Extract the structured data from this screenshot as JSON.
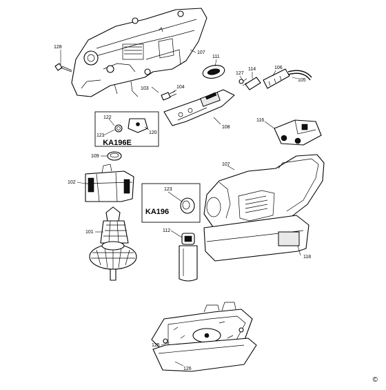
{
  "labels": {
    "p128": "128",
    "p107a": "107",
    "p111": "111",
    "p106": "106",
    "p114": "114",
    "p127": "127",
    "p105": "105",
    "p103": "103",
    "p104": "104",
    "p108": "108",
    "p116": "116",
    "p122": "122",
    "p121": "121",
    "p120": "120",
    "p109": "109",
    "p107b": "107",
    "p102": "102",
    "p123": "123",
    "p101": "101",
    "p112": "112",
    "p118": "118",
    "p125": "125",
    "p126": "126"
  },
  "kits": {
    "upper": "KA196E",
    "lower": "KA196"
  },
  "copyright_symbol": "©"
}
